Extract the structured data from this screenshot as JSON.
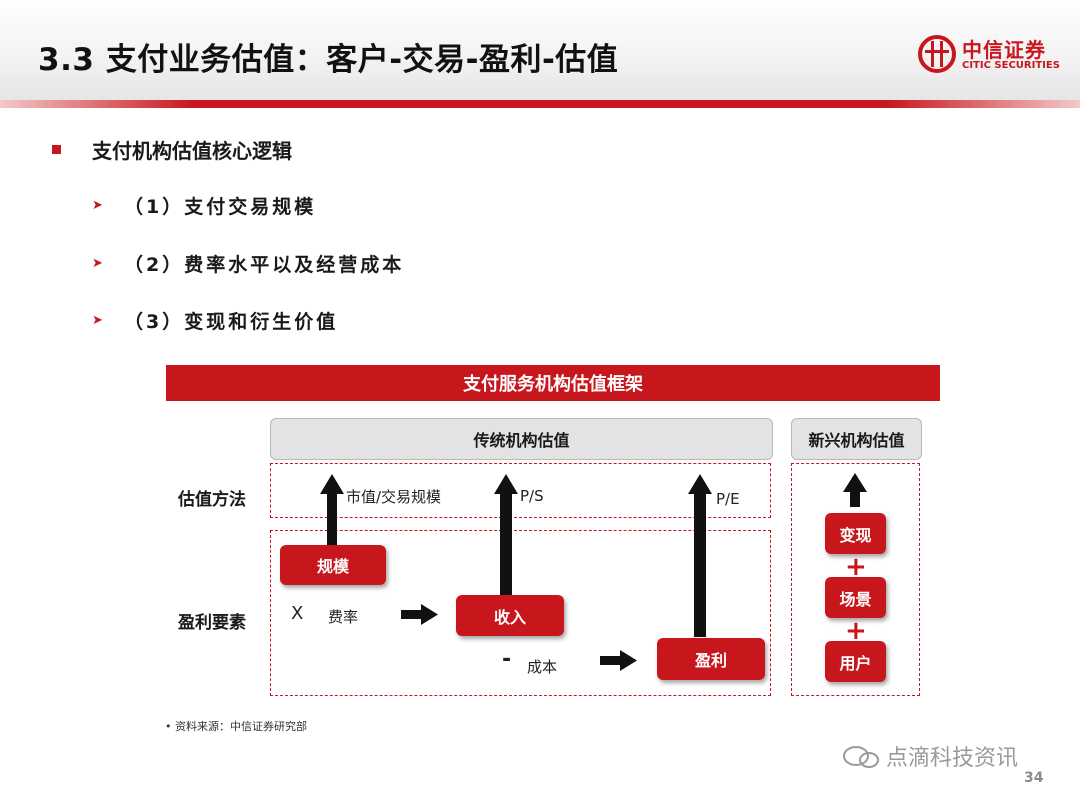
{
  "header": {
    "title": "3.3 支付业务估值：客户-交易-盈利-估值",
    "logo_cn": "中信证券",
    "logo_en": "CITIC SECURITIES"
  },
  "bullets": {
    "main": "支付机构估值核心逻辑",
    "items": [
      "（1）支付交易规模",
      "（2）费率水平以及经营成本",
      "（3）变现和衍生价值"
    ]
  },
  "diagram": {
    "banner": "支付服务机构估值框架",
    "traditional_header": "传统机构估值",
    "emerging_header": "新兴机构估值",
    "row_valuation": "估值方法",
    "row_profit": "盈利要素",
    "method_labels": [
      "市值/交易规模",
      "P/S",
      "P/E"
    ],
    "boxes": {
      "scale": "规模",
      "revenue": "收入",
      "profit": "盈利"
    },
    "ops": {
      "x": "X",
      "fee": "费率",
      "minus": "-",
      "cost": "成本"
    },
    "emerging_boxes": [
      "变现",
      "场景",
      "用户"
    ],
    "plus": "+"
  },
  "footer": {
    "source": "• 资料来源：中信证券研究部",
    "watermark": "点滴科技资讯",
    "page": "34"
  },
  "colors": {
    "accent": "#c8161d"
  }
}
